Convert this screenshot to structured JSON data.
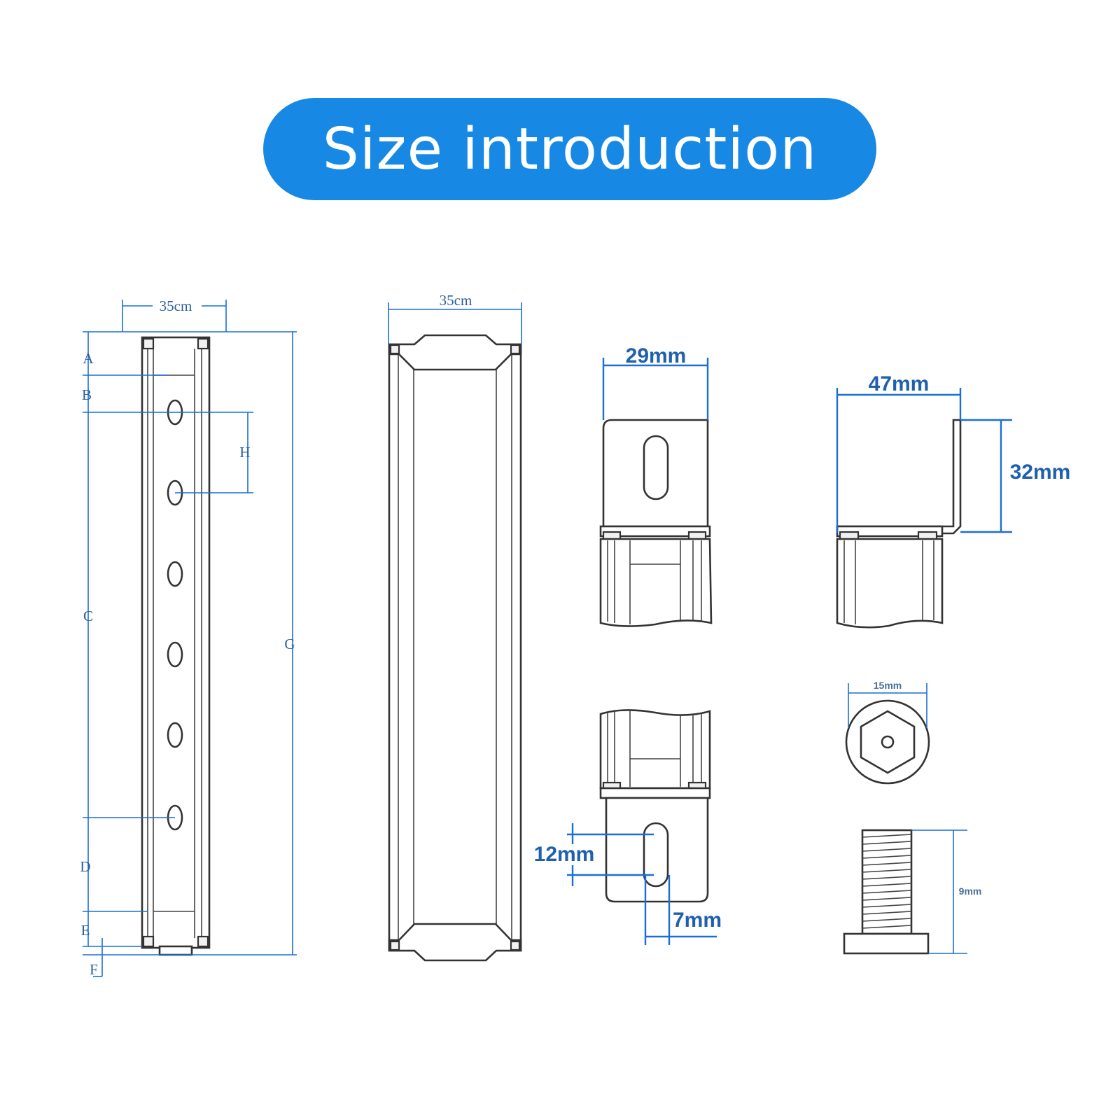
{
  "title": "Size introduction",
  "colors": {
    "banner": "#1788e3",
    "dimension_line": "#1a6fd6",
    "dimension_text": "#1e5fae"
  },
  "rail_side_view": {
    "width_label": "35cm",
    "dimension_letters": {
      "a": "A",
      "b": "B",
      "c": "C",
      "d": "D",
      "e": "E",
      "f": "F",
      "g": "G",
      "h": "H"
    }
  },
  "rail_front_view": {
    "width_label": "35cm"
  },
  "clamp_top": {
    "width_label": "29mm"
  },
  "l_bracket": {
    "width_label": "47mm",
    "height_label": "32mm"
  },
  "clamp_bottom": {
    "slot_length_label": "12mm",
    "slot_width_label": "7mm"
  },
  "hex_nut": {
    "diameter_label": "15mm"
  },
  "bolt": {
    "length_label": "9mm"
  }
}
